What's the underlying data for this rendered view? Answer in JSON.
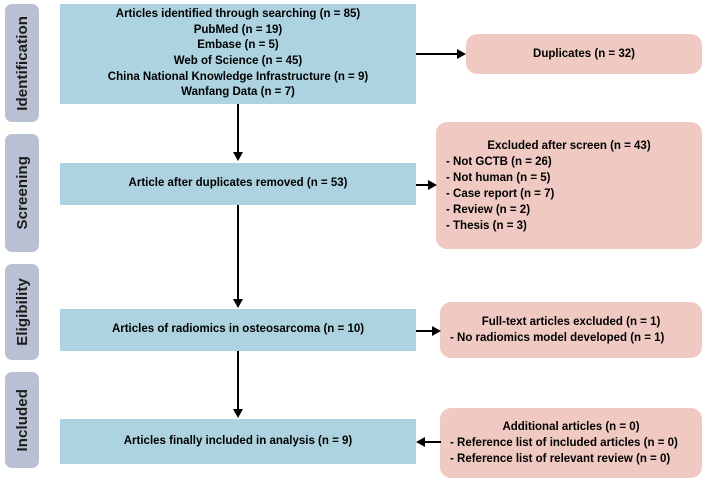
{
  "colors": {
    "stage_fill": "#b9c0d4",
    "main_box_fill": "#aed3e0",
    "side_box_fill": "#efc9c2",
    "connector": "#000000",
    "text": "#000000"
  },
  "stages": [
    {
      "label": "Identification"
    },
    {
      "label": "Screening"
    },
    {
      "label": "Eligibility"
    },
    {
      "label": "Included"
    }
  ],
  "main_boxes": [
    {
      "name": "identified-records-box",
      "lines": [
        "Articles identified through searching (n = 85)",
        "PubMed (n = 19)",
        "Embase (n = 5)",
        "Web of Science (n = 45)",
        "China National Knowledge Infrastructure (n = 9)",
        "Wanfang Data (n = 7)"
      ]
    },
    {
      "name": "after-duplicates-box",
      "lines": [
        "Article after duplicates removed (n = 53)"
      ]
    },
    {
      "name": "full-text-assessed-box",
      "lines": [
        "Articles of radiomics in osteosarcoma (n = 10)"
      ]
    },
    {
      "name": "final-included-box",
      "lines": [
        "Articles finally included in analysis (n = 9)"
      ]
    }
  ],
  "side_boxes": [
    {
      "name": "duplicates-box",
      "title": "Duplicates (n = 32)",
      "items": []
    },
    {
      "name": "excluded-after-screen-box",
      "title": "Excluded after screen (n = 43)",
      "items": [
        "- Not GCTB (n = 26)",
        "- Not human (n = 5)",
        "- Case report (n = 7)",
        "- Review (n = 2)",
        "- Thesis (n = 3)"
      ]
    },
    {
      "name": "full-text-excluded-box",
      "title": "Full-text articles excluded (n = 1)",
      "items": [
        "- No radiomics model developed (n = 1)"
      ]
    },
    {
      "name": "additional-articles-box",
      "title": "Additional articles (n = 0)",
      "items": [
        "- Reference list of included articles (n = 0)",
        "- Reference list of relevant review (n = 0)"
      ]
    }
  ]
}
